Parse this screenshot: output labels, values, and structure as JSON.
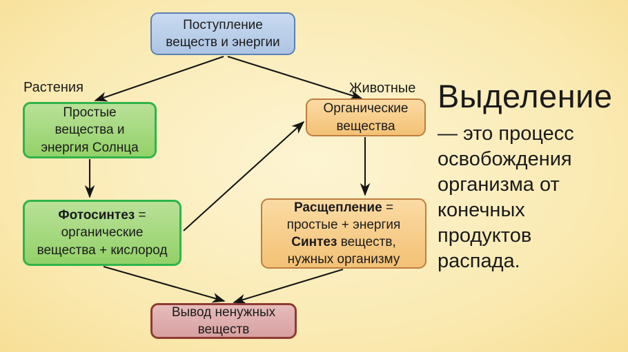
{
  "colors": {
    "background_center": "#fdf4d3",
    "background_edge": "#f0c164",
    "intake_fill": "#bcd1ec",
    "intake_border": "#5a80b5",
    "plants_fill": "#a9db83",
    "plants_border": "#2fb44a",
    "animals_fill": "#f8d294",
    "animals_border": "#bd7d3e",
    "output_fill": "#dfaead",
    "output_border": "#8f3a33",
    "arrow": "#151515",
    "text": "#1a1a1a"
  },
  "labels": {
    "plants": "Растения",
    "animals": "Животные"
  },
  "nodes": {
    "intake": {
      "line1": "Поступление",
      "line2": "веществ и энергии"
    },
    "simple": {
      "line1": "Простые",
      "line2": "вещества и",
      "line3": "энергия Солнца"
    },
    "organic": {
      "line1": "Органические",
      "line2": "вещества"
    },
    "photosynthesis": {
      "line1_bold": "Фотосинтез",
      "line1_rest": " =",
      "line2": "органические",
      "line3": "вещества + кислород"
    },
    "breakdown": {
      "line1_bold": "Расщепление",
      "line1_rest": " =",
      "line2": "простые + энергия",
      "line3_bold": "Синтез",
      "line3_rest": " веществ,",
      "line4": "нужных организму"
    },
    "output": {
      "line1": "Вывод ненужных",
      "line2": "веществ"
    }
  },
  "edges": [
    {
      "from": "intake",
      "to": "simple"
    },
    {
      "from": "intake",
      "to": "organic"
    },
    {
      "from": "simple",
      "to": "photosynthesis"
    },
    {
      "from": "organic",
      "to": "breakdown"
    },
    {
      "from": "photosynthesis",
      "to": "organic"
    },
    {
      "from": "photosynthesis",
      "to": "output"
    },
    {
      "from": "breakdown",
      "to": "output"
    }
  ],
  "definition": {
    "title": "Выделение",
    "body": "— это процесс освобождения организма от конечных продуктов распада.",
    "body_lines": [
      "— это процесс",
      "освобождения",
      "организма от",
      "конечных",
      "продуктов",
      "распада."
    ]
  }
}
